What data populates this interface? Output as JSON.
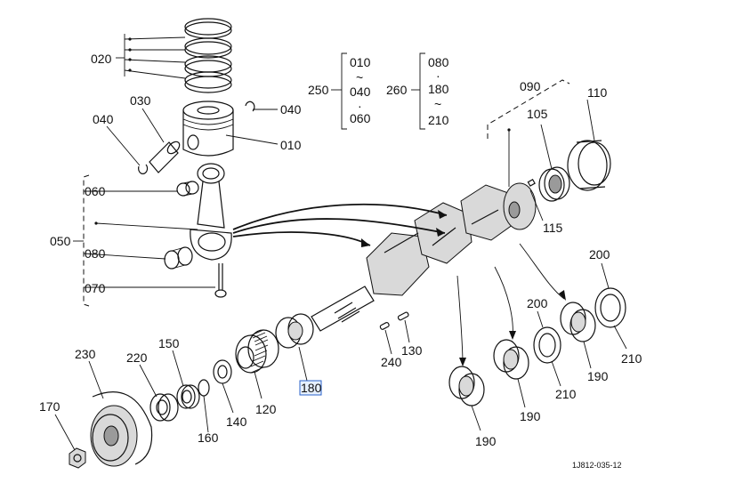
{
  "diagram": {
    "drawing_code": "1J812-035-12",
    "labels": {
      "p020": "020",
      "p030": "030",
      "p040a": "040",
      "p040b": "040",
      "p010": "010",
      "p060": "060",
      "p050": "050",
      "p080": "080",
      "p070": "070",
      "p250": "250",
      "g250_a": "010",
      "g250_b": "~",
      "g250_c": "040",
      "g250_d": "·",
      "g250_e": "060",
      "p260": "260",
      "g260_a": "080",
      "g260_b": "·",
      "g260_c": "180",
      "g260_d": "~",
      "g260_e": "210",
      "p090": "090",
      "p110": "110",
      "p105": "105",
      "p115": "115",
      "p200a": "200",
      "p200b": "200",
      "p210a": "210",
      "p210b": "210",
      "p190a": "190",
      "p190b": "190",
      "p190c": "190",
      "p130": "130",
      "p240": "240",
      "p180": "180",
      "p230": "230",
      "p220": "220",
      "p150": "150",
      "p170": "170",
      "p160": "160",
      "p140": "140",
      "p120": "120"
    },
    "highlighted_part": "180"
  }
}
